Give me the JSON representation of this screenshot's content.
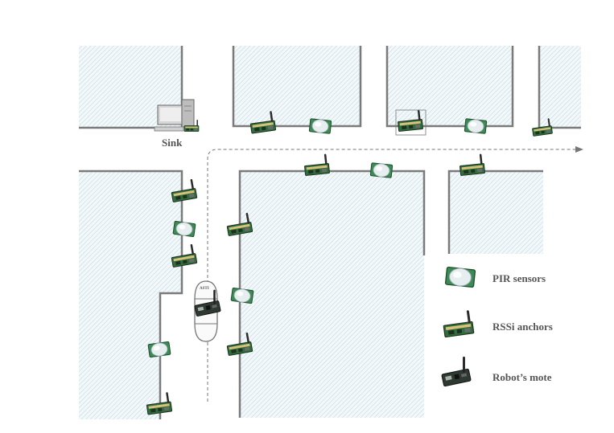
{
  "labels": {
    "sink": "Sink",
    "robot_badge": "ASTI",
    "legend_pir": "PIR sensors",
    "legend_rssi": "RSSi anchors",
    "legend_robot": "Robot’s mote"
  },
  "colors": {
    "wall": "#7a7a7a",
    "hatch": "#c9dde3",
    "room_fill": "#f3f8fa",
    "pcb_green": "#2f6f3c",
    "pcb_dark": "#1f2f22",
    "antenna": "#2b2b2b",
    "dome": "#e6eef0",
    "path": "#777777",
    "label": "#555555"
  },
  "icons": {
    "sink": "computer-icon",
    "pir": "pir-sensor-icon",
    "rssi": "rssi-anchor-icon",
    "robot": "robot-mote-icon"
  }
}
